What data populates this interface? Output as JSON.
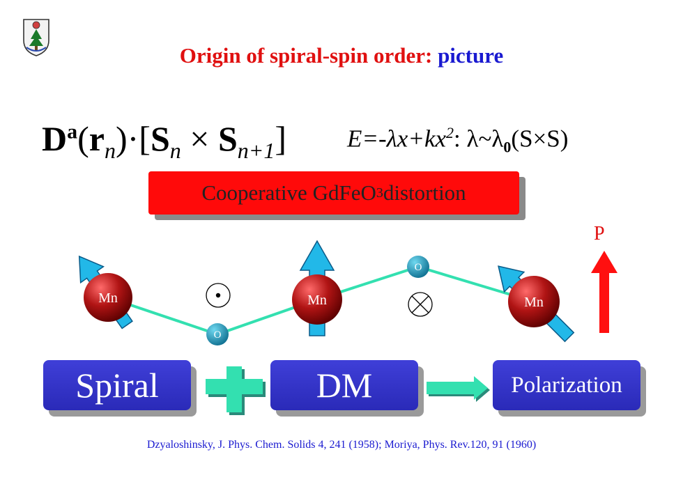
{
  "title": {
    "prefix": "Origin of spiral-spin order: ",
    "highlight": "picture"
  },
  "equation_dm": {
    "D": "D",
    "a": "a",
    "open": "(",
    "r": "r",
    "n": "n",
    "close": ")",
    "dot": "·[",
    "S1": "S",
    "n1": "n",
    "times": " × ",
    "S2": "S",
    "n2": "n+1",
    "end": "]"
  },
  "equation_energy": {
    "lhs": "E=-λx+kx",
    "sq": "2",
    "colon": ": ",
    "lam": "λ~λ",
    "zero": "0",
    "tail": "(S×S)"
  },
  "distortion_box": {
    "prefix": "Cooperative GdFeO",
    "sub": "3",
    "suffix": " distortion"
  },
  "atoms": {
    "mn": "Mn",
    "o": "O"
  },
  "polarization_label": "P",
  "flow": {
    "spiral": "Spiral",
    "dm": "DM",
    "polarization": "Polarization"
  },
  "reference": "Dzyaloshinsky, J. Phys. Chem. Solids 4, 241 (1958); Moriya, Phys. Rev.120, 91 (1960)",
  "colors": {
    "title_red": "#e01010",
    "title_blue": "#1a1ad0",
    "box_red": "#ff0a0a",
    "box_blue": "#3333cc",
    "arrow_cyan": "#22b8e8",
    "bond": "#33e0b0",
    "mn_red": "#a81010",
    "o_teal": "#1a8fb0"
  },
  "icons": [
    "university-crest-icon",
    "out-of-plane-dot-icon",
    "into-plane-cross-icon",
    "plus-icon",
    "right-arrow-icon",
    "polarization-up-arrow-icon"
  ]
}
